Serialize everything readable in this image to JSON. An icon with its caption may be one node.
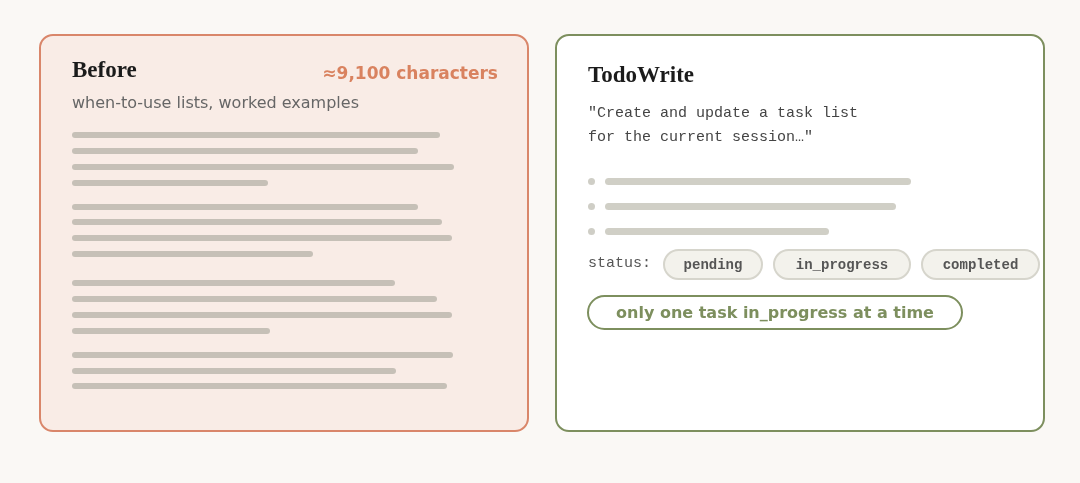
{
  "diagram": {
    "nodes": [
      {
        "text": [
          "Before",
          "≈9,100 characters",
          "when-to-use lists, worked examples"
        ]
      },
      {
        "text": [
          "TodoWrite",
          "\"Create and update a task list for the current session…\"",
          "status:"
        ]
      },
      {
        "text": [
          "pending"
        ],
        "in": 1
      },
      {
        "text": [
          "in_progress"
        ],
        "in": 1
      },
      {
        "text": [
          "completed"
        ],
        "in": 1
      },
      {
        "text": [
          "only one task in_progress at a time"
        ],
        "in": 1
      }
    ]
  }
}
